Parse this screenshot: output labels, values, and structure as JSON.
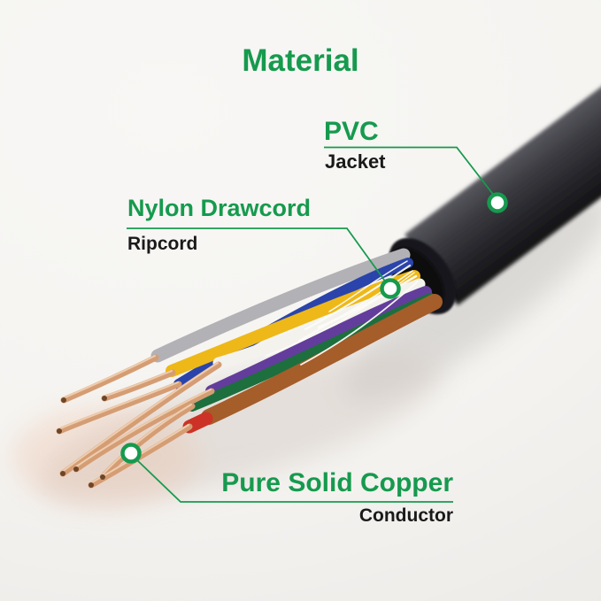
{
  "title": "Material",
  "colors": {
    "accent": "#169a4e",
    "text": "#1a1a1a",
    "background": "#f5f4f2",
    "jacket": "#2e2e33",
    "copper": "#d59d74",
    "copper_highlight": "#f3d6b9",
    "wires": {
      "gray": "#b2b1b6",
      "yellow": "#eeb818",
      "blue": "#2b44ab",
      "white": "#f4f2ed",
      "purple": "#633d9c",
      "green": "#1d6f3e",
      "orange": "#a55d2a",
      "red": "#cc3326",
      "drawcord": "#fdfcf8"
    }
  },
  "callouts": [
    {
      "id": "pvc",
      "heading": "PVC",
      "subheading": "Jacket"
    },
    {
      "id": "nylon-drawcord",
      "heading": "Nylon Drawcord",
      "subheading": "Ripcord"
    },
    {
      "id": "pure-solid-copper",
      "heading": "Pure Solid Copper",
      "subheading": "Conductor"
    }
  ]
}
